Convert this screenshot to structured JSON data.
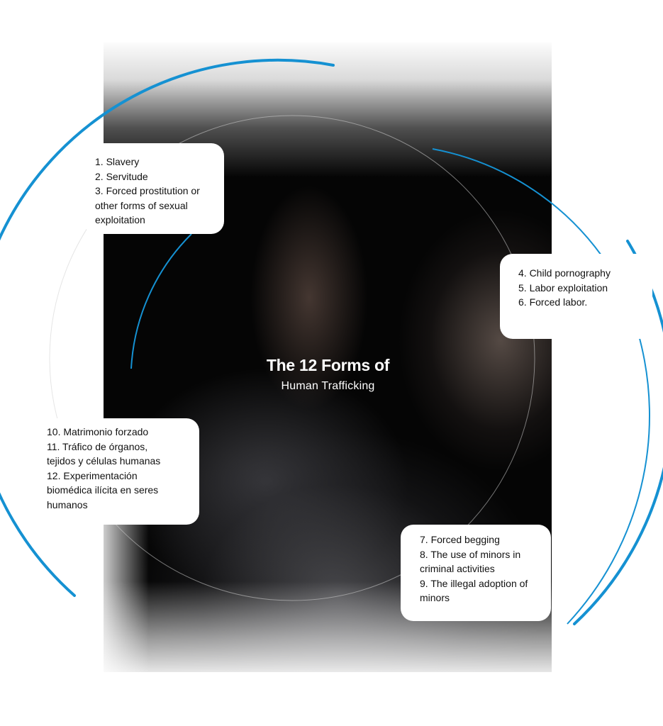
{
  "title": {
    "main": "The 12 Forms of",
    "sub": "Human Trafficking"
  },
  "cards": [
    {
      "lines": [
        "1. Slavery",
        "2. Servitude",
        "3. Forced prostitution or",
        "other forms of sexual",
        "exploitation"
      ]
    },
    {
      "lines": [
        "4. Child pornography",
        "5. Labor exploitation",
        "6. Forced labor."
      ]
    },
    {
      "lines": [
        "10. Matrimonio forzado",
        "11. Tráfico de órganos,",
        "tejidos y células humanas",
        "12. Experimentación",
        "biomédica ilícita en seres",
        "humanos"
      ]
    },
    {
      "lines": [
        "7. Forced begging",
        "8. The use of minors in",
        "criminal activities",
        "9. The illegal adoption of",
        "minors"
      ]
    }
  ],
  "colors": {
    "accent_blue": "#1591d2",
    "thin_ring": "#cfcfcf",
    "photo_dark": "#050505",
    "card_bg": "#ffffff"
  }
}
